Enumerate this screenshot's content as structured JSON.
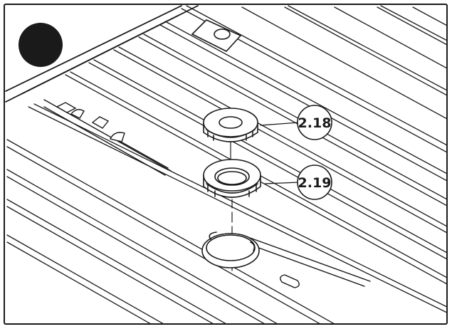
{
  "callouts": [
    {
      "label": "2.18"
    },
    {
      "label": "2.19"
    }
  ],
  "colors": {
    "line": "#1a1a1a",
    "background": "#ffffff",
    "marker": "#1a1a1a"
  },
  "icons": {
    "marker": "filled-circle-marker",
    "part_top": "grommet-cap",
    "part_bottom": "grommet-ring",
    "hole": "floor-hole"
  }
}
